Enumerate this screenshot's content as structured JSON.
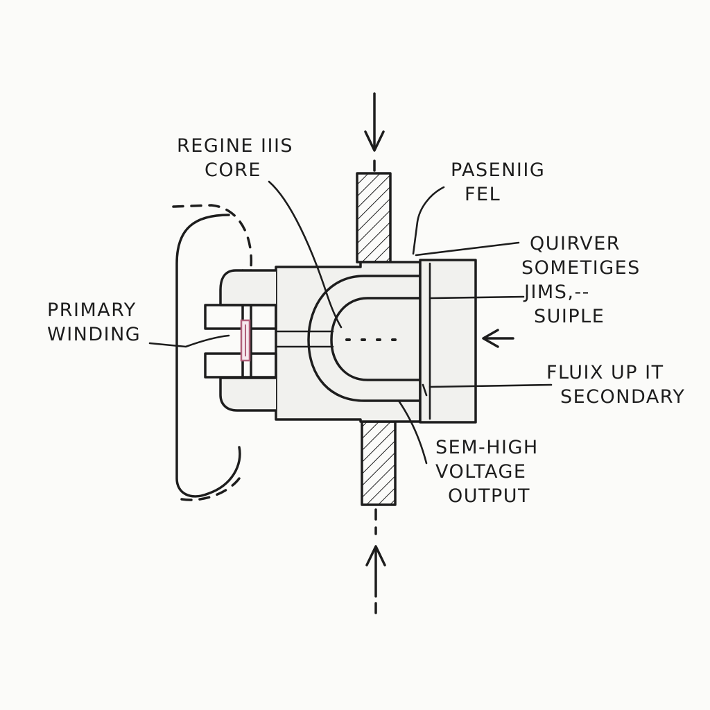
{
  "labels": {
    "regine_core": [
      "REGINE IIIS",
      "CORE"
    ],
    "pasenig_fel": [
      "PASENIIG",
      "FEL"
    ],
    "quirver": [
      "QUIRVER",
      "SOMETIGES",
      "JIMS,--",
      "SUIPLE"
    ],
    "primary_winding": [
      "PRIMARY",
      "WINDING"
    ],
    "flux_secondary": [
      "FLUIX UP IT",
      "SECONDARY"
    ],
    "hv_output": [
      "SEM-HIGH",
      "VOLTAGE",
      "OUTPUT"
    ]
  },
  "colors": {
    "ink": "#1d1d1d",
    "paper": "#fbfbf9",
    "accent": "#b0607a"
  }
}
